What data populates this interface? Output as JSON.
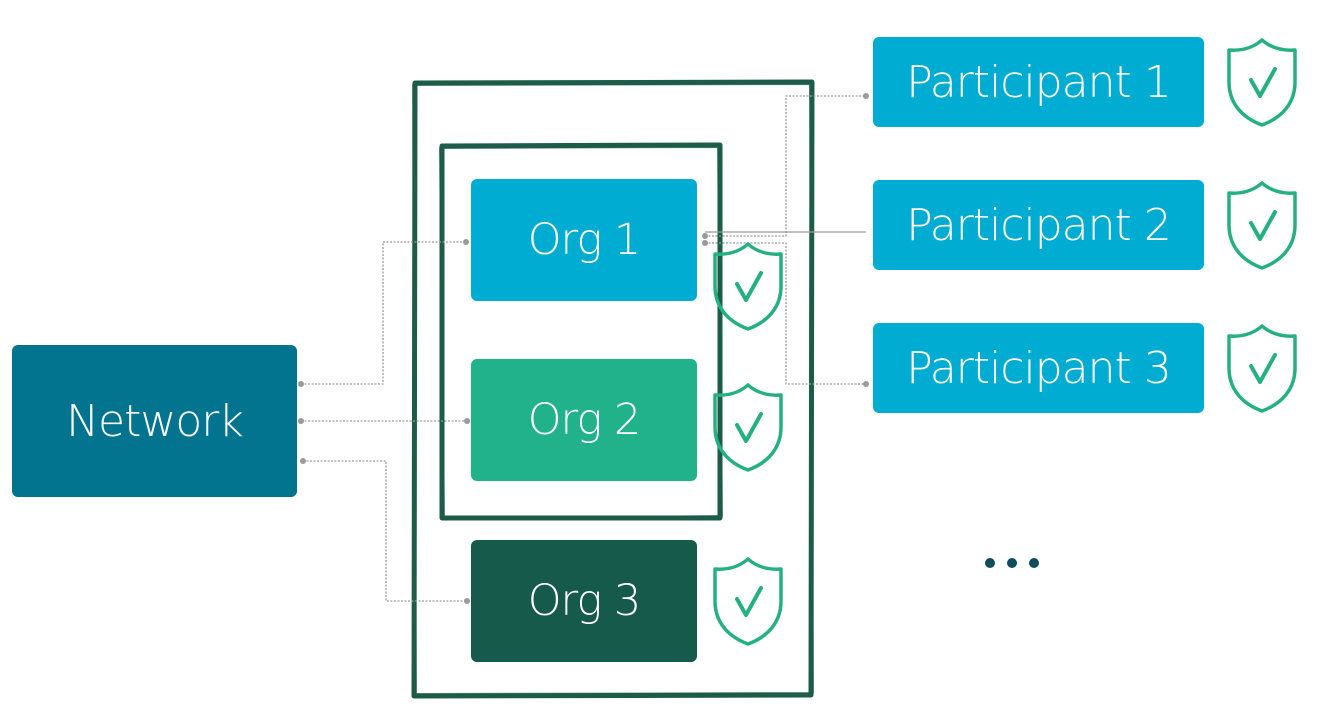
{
  "diagram": {
    "network": {
      "label": "Network"
    },
    "orgs": [
      {
        "label": "Org 1"
      },
      {
        "label": "Org 2"
      },
      {
        "label": "Org 3"
      }
    ],
    "participants": [
      {
        "label": "Participant 1"
      },
      {
        "label": "Participant 2"
      },
      {
        "label": "Participant 3"
      }
    ],
    "more_indicator": "ellipsis-dots",
    "icons": {
      "verified": "shield-check-icon"
    },
    "colors": {
      "network": "#037490",
      "org1": "#01acd2",
      "org2": "#21b28b",
      "org3": "#165a4c",
      "participant": "#01acd2",
      "group_border": "#1d5c48",
      "shield": "#25b082",
      "connector": "#9a9a9a",
      "dots": "#0f4d5a"
    }
  }
}
